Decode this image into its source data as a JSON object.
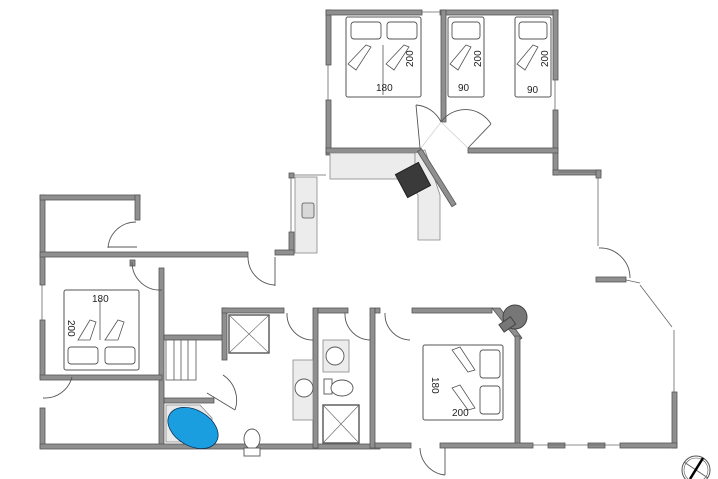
{
  "plan": {
    "type": "floor plan",
    "colors": {
      "wall": "#8f8f8f",
      "wall_outline": "#555555",
      "counter": "#ececec",
      "bathtub": "#1a9ee0",
      "stove": "#3a3a3a",
      "fireplace": "#777777",
      "background": "#ffffff"
    },
    "rooms": [
      {
        "name": "bedroom-top-left",
        "bed_width": "180",
        "bed_length": "200"
      },
      {
        "name": "bedroom-top-middle",
        "bed_width": "90",
        "bed_length": "200"
      },
      {
        "name": "bedroom-top-right",
        "bed_width": "90",
        "bed_length": "200"
      },
      {
        "name": "bedroom-left",
        "bed_width": "180",
        "bed_length": "200"
      },
      {
        "name": "bedroom-right",
        "bed_width": "180",
        "bed_length": "200"
      }
    ],
    "fixtures": [
      "kitchen-counter",
      "kitchen-sink",
      "stove",
      "stairs",
      "bathtub",
      "toilet",
      "shower",
      "washbasin",
      "fireplace"
    ],
    "compass": "north-arrow"
  }
}
